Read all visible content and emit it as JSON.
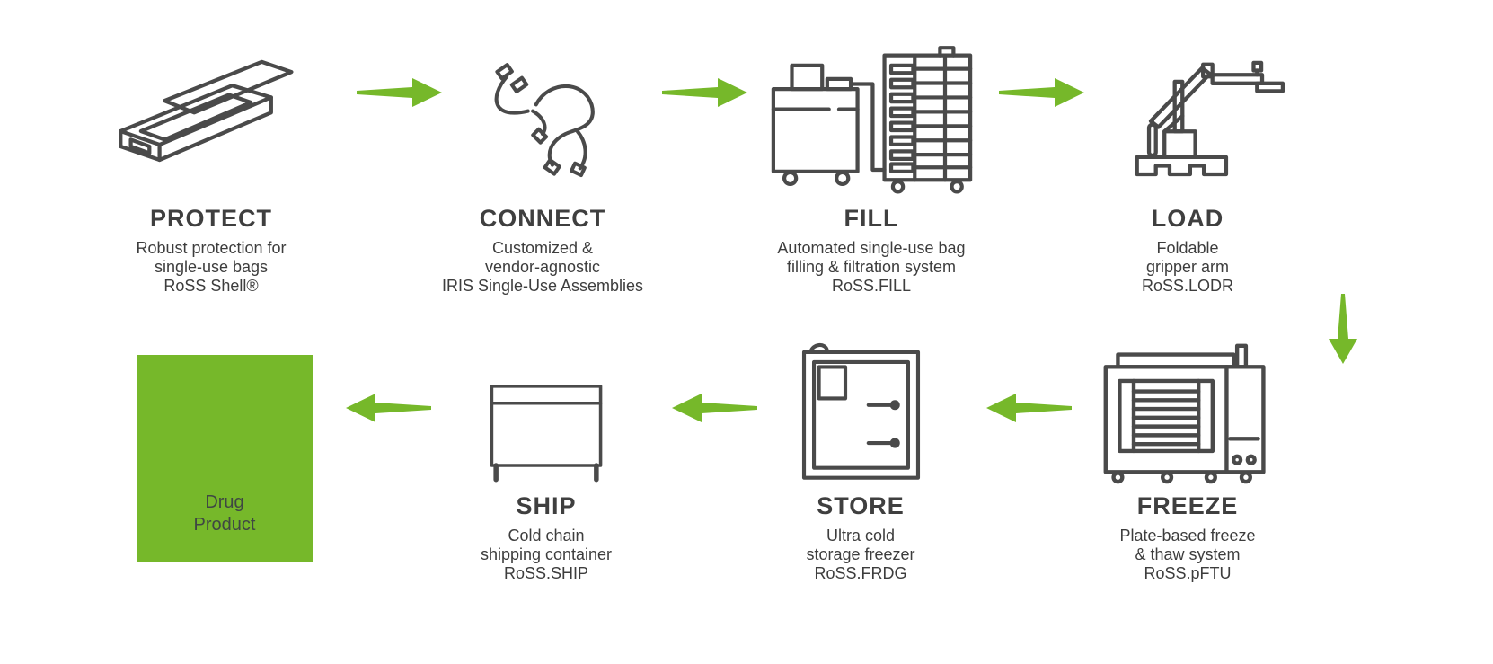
{
  "diagram": {
    "steps": [
      {
        "id": "protect",
        "title": "PROTECT",
        "lines": [
          "Robust protection for",
          "single-use bags",
          "RoSS Shell®"
        ]
      },
      {
        "id": "connect",
        "title": "CONNECT",
        "lines": [
          "Customized &",
          "vendor-agnostic",
          "IRIS Single-Use Assemblies"
        ]
      },
      {
        "id": "fill",
        "title": "FILL",
        "lines": [
          "Automated single-use bag",
          "filling & filtration system",
          "RoSS.FILL"
        ]
      },
      {
        "id": "load",
        "title": "LOAD",
        "lines": [
          "Foldable",
          "gripper arm",
          "RoSS.LODR"
        ]
      },
      {
        "id": "freeze",
        "title": "FREEZE",
        "lines": [
          "Plate-based freeze",
          "& thaw system",
          "RoSS.pFTU"
        ]
      },
      {
        "id": "store",
        "title": "STORE",
        "lines": [
          "Ultra cold",
          "storage freezer",
          "RoSS.FRDG"
        ]
      },
      {
        "id": "ship",
        "title": "SHIP",
        "lines": [
          "Cold chain",
          "shipping container",
          "RoSS.SHIP"
        ]
      }
    ],
    "end_node": {
      "line1": "Drug",
      "line2": "Product"
    },
    "flow": [
      "PROTECT",
      "CONNECT",
      "FILL",
      "LOAD",
      "FREEZE",
      "STORE",
      "SHIP",
      "Drug Product"
    ],
    "colors": {
      "accent_green": "#76b82a",
      "line_gray": "#4a4a4a",
      "title_text": "#3f3f3f",
      "caption_text": "#3d3d3d"
    },
    "icons": {
      "shell-case-icon": "isometric flat protective shell case, line drawing",
      "tubing-assembly-icon": "curved single-use tubing with connectors, line drawing",
      "filling-system-icon": "filling machine cart beside bag rack on wheels, line drawing",
      "gripper-arm-icon": "foldable crane gripper arm on base, line drawing",
      "plate-freezer-icon": "plate-based freeze and thaw unit, line drawing",
      "storage-freezer-icon": "upright ultra cold storage freezer, line drawing",
      "shipping-container-icon": "cold chain shipping container box, line drawing",
      "flow-arrow-right-icon": "green tapered arrow pointing right",
      "flow-arrow-left-icon": "green tapered arrow pointing left",
      "flow-arrow-down-icon": "green tapered arrow pointing down"
    }
  }
}
